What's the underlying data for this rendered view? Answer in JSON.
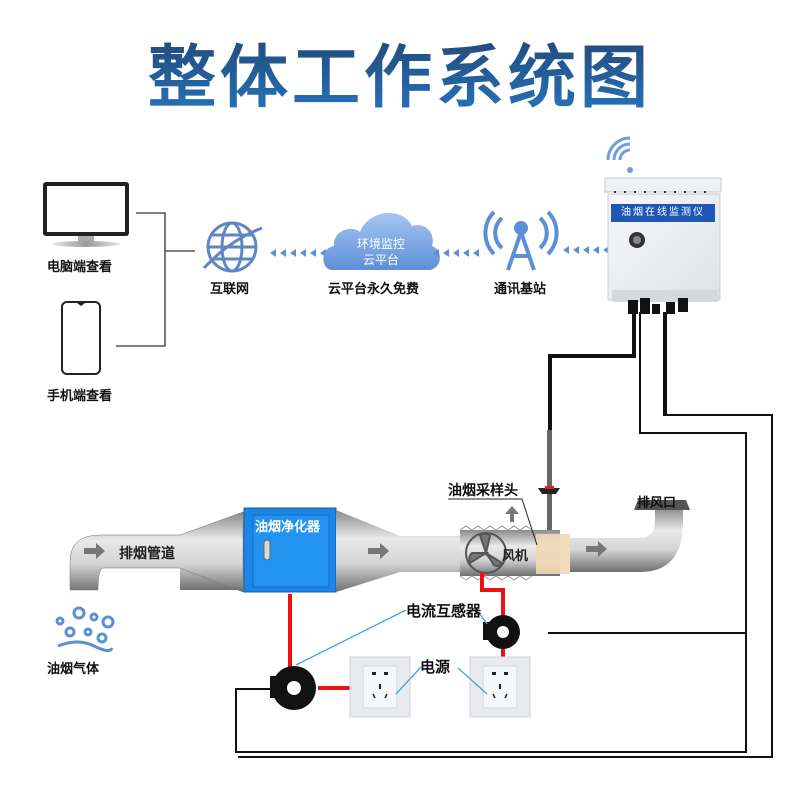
{
  "title": "整体工作系统图",
  "viewers": {
    "pc_label": "电脑端查看",
    "mobile_label": "手机端查看"
  },
  "network": {
    "internet_label": "互联网",
    "cloud_line1": "环境监控",
    "cloud_line2": "云平台",
    "cloud_caption": "云平台永久免费",
    "base_station_label": "通讯基站"
  },
  "device": {
    "banner": "油烟在线监测仪"
  },
  "pipeline": {
    "duct_label": "排烟管道",
    "purifier_label": "油烟净化器",
    "fan_label": "风机",
    "sampler_label": "油烟采样头",
    "outlet_label": "排风口",
    "gas_label": "油烟气体"
  },
  "electrical": {
    "ct_label": "电流互感器",
    "power_label": "电源"
  },
  "colors": {
    "title_top": "#23426d",
    "title_bottom": "#2676c1",
    "icon_blue": "#5b8fd8",
    "cloud_blue": "#6f9de0",
    "purifier_blue": "#1e88e5",
    "power_wire": "#ee1111",
    "signal_wire": "#111111",
    "leader_line": "#3aa9e8",
    "banner_blue": "#1f57b5"
  }
}
